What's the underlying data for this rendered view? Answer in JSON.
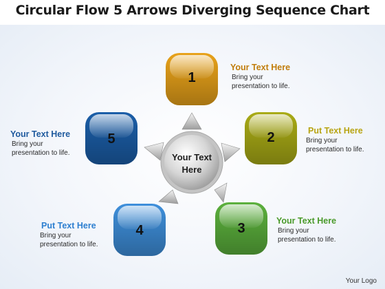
{
  "title": "Circular Flow 5 Arrows Diverging Sequence Chart",
  "center": {
    "line1": "Your Text",
    "line2": "Here"
  },
  "nodes": [
    {
      "number": "1",
      "color": "#e8a21a",
      "heading": "Your Text Here",
      "heading_color": "#c17d0b",
      "line1": "Bring your",
      "line2": "presentation to life."
    },
    {
      "number": "2",
      "color": "#a9ab16",
      "heading": "Put Text Here",
      "heading_color": "#b8a412",
      "line1": "Bring your",
      "line2": "presentation to life."
    },
    {
      "number": "3",
      "color": "#5bb03c",
      "heading": "Your Text Here",
      "heading_color": "#4a9a2a",
      "line1": "Bring your",
      "line2": "presentation to life."
    },
    {
      "number": "4",
      "color": "#3e8fdb",
      "heading": "Put Text Here",
      "heading_color": "#2d7fd0",
      "line1": "Bring your",
      "line2": "presentation to life."
    },
    {
      "number": "5",
      "color": "#1b5ea8",
      "heading": "Your Text Here",
      "heading_color": "#1f5a9e",
      "line1": "Bring your",
      "line2": "presentation to life."
    }
  ],
  "footer": {
    "logo_text": "Your Logo"
  }
}
